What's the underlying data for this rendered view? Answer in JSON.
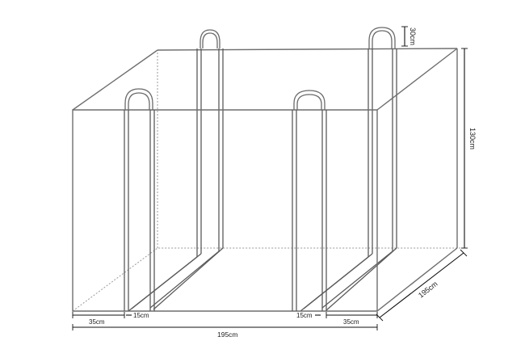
{
  "dimensions": {
    "loop_height": "30cm",
    "body_height": "130cm",
    "depth": "195cm",
    "width": "195cm",
    "left_margin": "35cm",
    "left_strap_width": "15cm",
    "right_strap_width": "15cm",
    "right_margin": "35cm"
  }
}
